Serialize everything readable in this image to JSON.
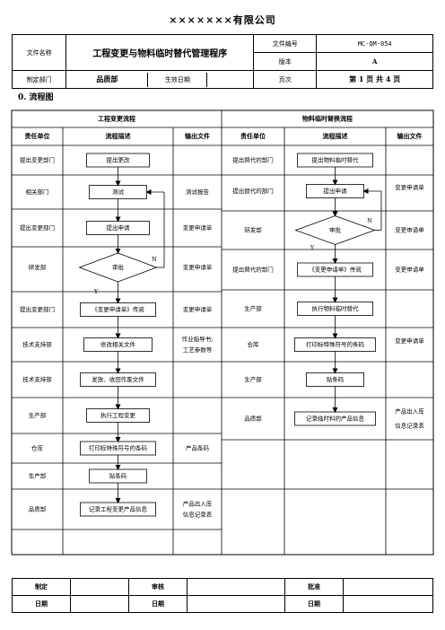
{
  "company": "×××××××有限公司",
  "header": {
    "doc_name_label": "文件名称",
    "doc_title": "工程变更与物料临时替代管理程序",
    "doc_no_label": "文件编号",
    "doc_no": "MC-QM-054",
    "version_label": "版本",
    "version": "A",
    "dept_label": "制定部门",
    "dept": "品质部",
    "effective_label": "生效日期",
    "effective": "",
    "page_label": "页次",
    "page": "第 1 页 共 4 页"
  },
  "section_title": "0.  流程图",
  "left": {
    "title": "工程变更流程",
    "col_unit": "责任单位",
    "col_desc": "流程描述",
    "col_out": "输出文件",
    "rows": [
      {
        "unit": "提出变更部门",
        "step": "提出更改",
        "out": ""
      },
      {
        "unit": "相关部门",
        "step": "测试",
        "out": "测试报告"
      },
      {
        "unit": "提出变更部门",
        "step": "提出申请",
        "out": "变更申请单"
      },
      {
        "unit": "研发部",
        "step": "审批",
        "out": "变更申请单"
      },
      {
        "unit": "提出变更部门",
        "step": "《变更申请单》传阅",
        "out": "变更申请单"
      },
      {
        "unit": "技术支持部",
        "step": "修改相关文件",
        "out": "作业指导书;\n工艺参数等"
      },
      {
        "unit": "技术支持部",
        "step": "发放、收回作废文件",
        "out": ""
      },
      {
        "unit": "生产部",
        "step": "执行工程变更",
        "out": ""
      },
      {
        "unit": "仓库",
        "step": "打印标特殊符号的条码",
        "out": "产品条码"
      },
      {
        "unit": "生产部",
        "step": "贴条码",
        "out": ""
      },
      {
        "unit": "品质部",
        "step": "记录工程变更产品信息",
        "out": "产品出入库\n信息记录表"
      }
    ],
    "no_label": "N",
    "yes_label": "Y"
  },
  "right": {
    "title": "物料临时替换流程",
    "col_unit": "责任单位",
    "col_desc": "流程描述",
    "col_out": "输出文件",
    "rows": [
      {
        "unit": "提出替代的部门",
        "step": "提出物料临时替代",
        "out": ""
      },
      {
        "unit": "提出替代的部门",
        "step": "提出申请",
        "out": "变更申请单"
      },
      {
        "unit": "研发部",
        "step": "审批",
        "out": "变更申请单"
      },
      {
        "unit": "提出替代的部门",
        "step": "《变更申请单》传阅",
        "out": "变更申请单"
      },
      {
        "unit": "生产部",
        "step": "执行物料临时替代",
        "out": ""
      },
      {
        "unit": "仓库",
        "step": "打印标特殊符号的条码",
        "out": "变更申请单"
      },
      {
        "unit": "生产部",
        "step": "贴条码",
        "out": ""
      },
      {
        "unit": "品质部",
        "step": "记录临时料的产品信息",
        "out": "产品出入库\n信息记录表"
      }
    ],
    "no_label": "N",
    "yes_label": "Y"
  },
  "footer": {
    "made_label": "制定",
    "review_label": "审核",
    "approve_label": "批准",
    "date_label": "日期"
  }
}
